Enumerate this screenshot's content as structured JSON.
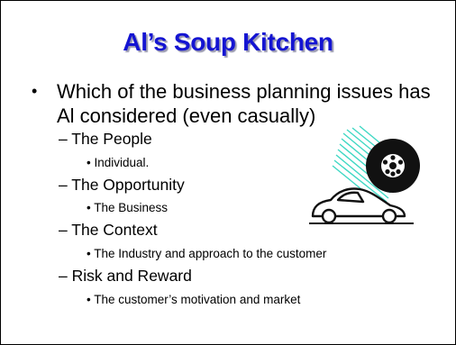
{
  "slide": {
    "title": "Al’s Soup Kitchen",
    "bullet_marker": "•",
    "main_bullet": "Which of the business planning issues has Al considered (even casually)",
    "items": [
      {
        "dash": "–",
        "label": "The People",
        "detail_marker": "•",
        "detail": "Individual."
      },
      {
        "dash": "–",
        "label": "The Opportunity",
        "detail_marker": "•",
        "detail": "The Business"
      },
      {
        "dash": "–",
        "label": "The Context",
        "detail_marker": "•",
        "detail": "The Industry and approach to the customer"
      },
      {
        "dash": "–",
        "label": "Risk and Reward",
        "detail_marker": "•",
        "detail": "The customer’s motivation and market"
      }
    ]
  },
  "colors": {
    "title": "#1414d2",
    "title_shadow": "#9a9ab0",
    "motion_lines": "#3fd8c4",
    "tire": "#111111"
  },
  "clipart": {
    "icon": "car-with-tire-icon"
  }
}
